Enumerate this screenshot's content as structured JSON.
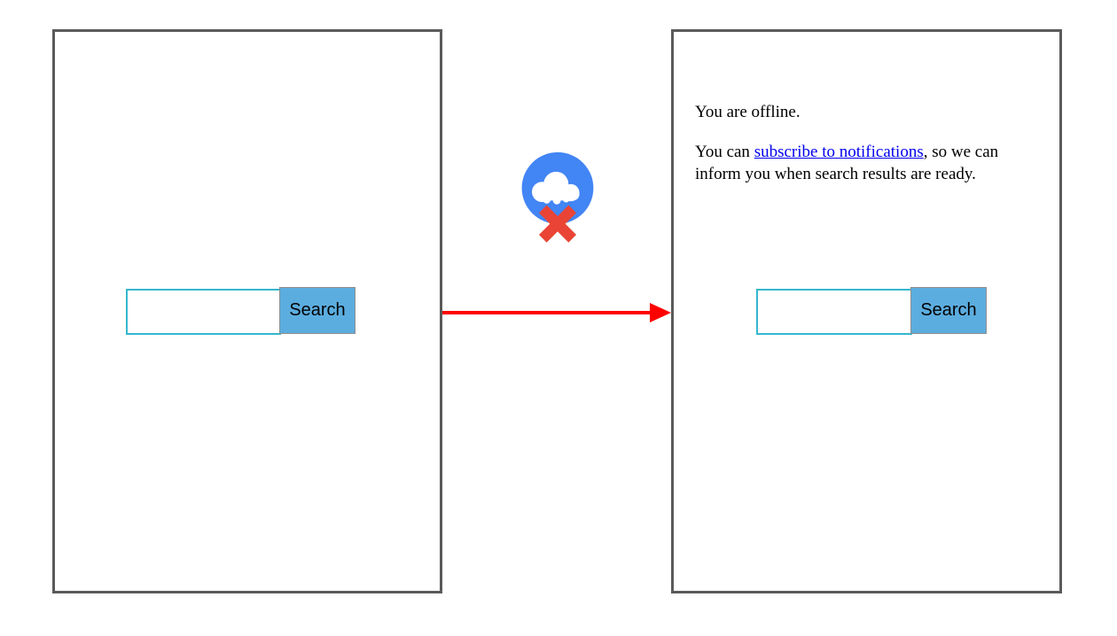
{
  "colors": {
    "page_bg": "#ffffff",
    "panel_border": "#5a5a5a",
    "input_border": "#35b7cd",
    "button_bg": "#5caddf",
    "button_border": "#8f8f8f",
    "button_text": "#000000",
    "body_text": "#000000",
    "link": "#0000ee",
    "arrow": "#ff0000",
    "icon_circle": "#4285f4",
    "icon_cloud": "#ffffff",
    "icon_x": "#e94435"
  },
  "left_panel": {
    "search_input_value": "",
    "search_button_label": "Search"
  },
  "right_panel": {
    "offline_line": "You are offline.",
    "subscribe_prefix": "You can ",
    "subscribe_link_text": "subscribe to notifications",
    "subscribe_suffix": ", so we can inform you when search results are ready.",
    "search_input_value": "",
    "search_button_label": "Search"
  },
  "icons": {
    "offline_cloud": "offline-cloud-icon",
    "flow_arrow": "red-arrow-right-icon"
  }
}
